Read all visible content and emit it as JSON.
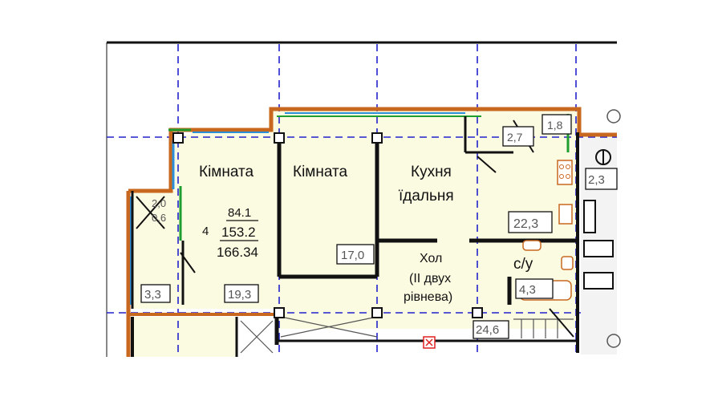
{
  "rooms": {
    "room1": "Кімната",
    "room2": "Кімната",
    "kitchen_line1": "Кухня",
    "kitchen_line2": "їдальня",
    "hall_line1": "Хол",
    "hall_line2": "(ІІ двух",
    "hall_line3": "рівнева)",
    "bathroom": "с/у"
  },
  "apartment": {
    "number": "4",
    "living_area": "84.1",
    "total_area": "153.2",
    "total_area_with_balcony": "166.34"
  },
  "areas": {
    "room1": "19,3",
    "room2": "17,0",
    "kitchen": "22,3",
    "hall": "24,6",
    "loggia": "3,3",
    "storage_a": "2,0",
    "storage_b": "0,6",
    "closet_a": "2,7",
    "closet_b": "1,8",
    "bathroom": "4,3",
    "neighbor": "2,3"
  },
  "colors": {
    "wall_outer": "#c8671e",
    "wall_inner": "#111111",
    "grid": "#2222cc",
    "room_fill": "#fbfbe2",
    "window_green": "#1e9e2e",
    "window_blue": "#2a8fd8",
    "marker_red": "#e02020"
  }
}
